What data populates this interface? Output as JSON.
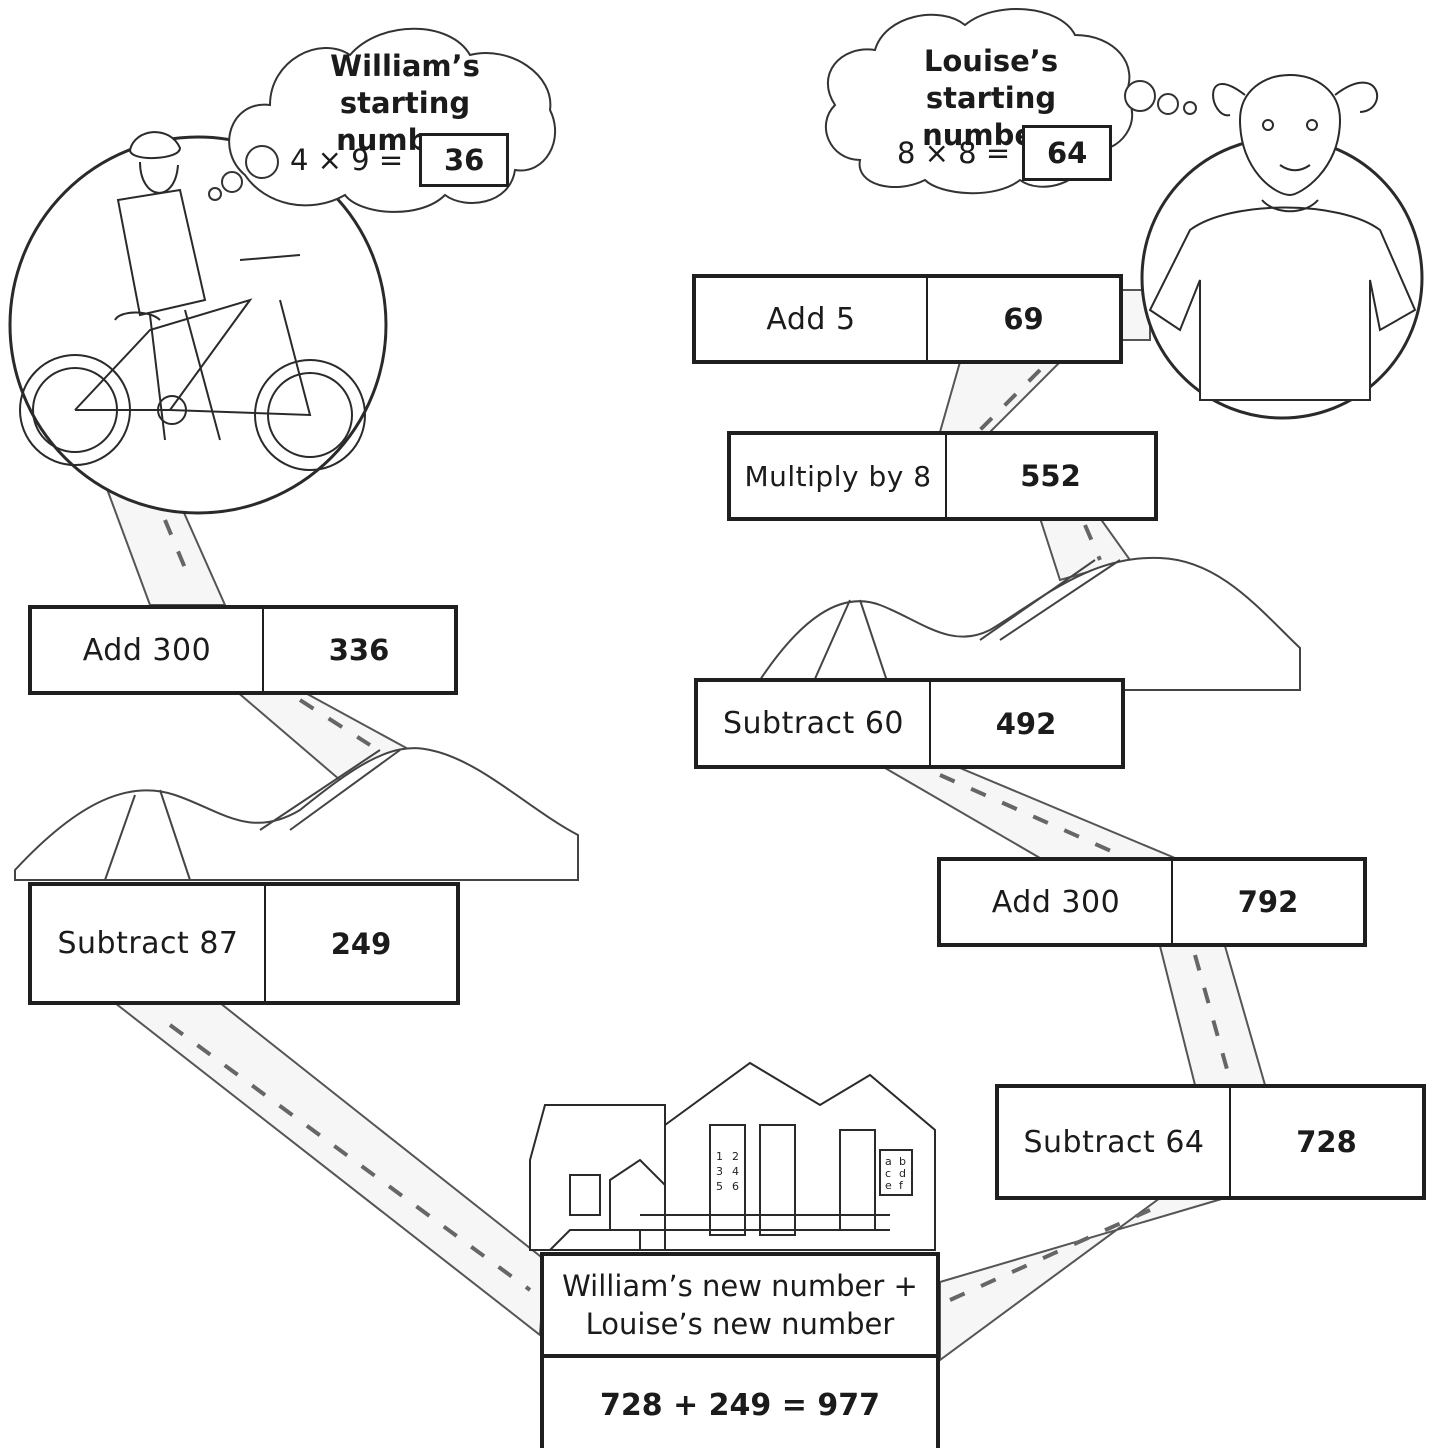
{
  "william": {
    "title": [
      "William’s",
      "starting number:"
    ],
    "calc": "4 × 9 =",
    "answer": "36",
    "steps": [
      {
        "op": "Add 300",
        "value": "336"
      },
      {
        "op": "Subtract 87",
        "value": "249"
      }
    ]
  },
  "louise": {
    "title": [
      "Louise’s",
      "starting number:"
    ],
    "calc": "8 × 8 =",
    "answer": "64",
    "steps": [
      {
        "op": "Add 5",
        "value": "69"
      },
      {
        "op": "Multiply by 8",
        "value": "552"
      },
      {
        "op": "Subtract 60",
        "value": "492"
      },
      {
        "op": "Add 300",
        "value": "792"
      },
      {
        "op": "Subtract 64",
        "value": "728"
      }
    ]
  },
  "final": {
    "line1": "William’s new number +",
    "line2": "Louise’s new number",
    "result": "728 + 249 = 977"
  },
  "school": {
    "window_numbers": [
      "1",
      "2",
      "3",
      "4",
      "5",
      "6"
    ],
    "window_letters": [
      "a",
      "b",
      "c",
      "d",
      "e",
      "f"
    ]
  },
  "colors": {
    "ink": "#1f1f1f",
    "road": "#f4f4f4",
    "background": "#ffffff"
  }
}
